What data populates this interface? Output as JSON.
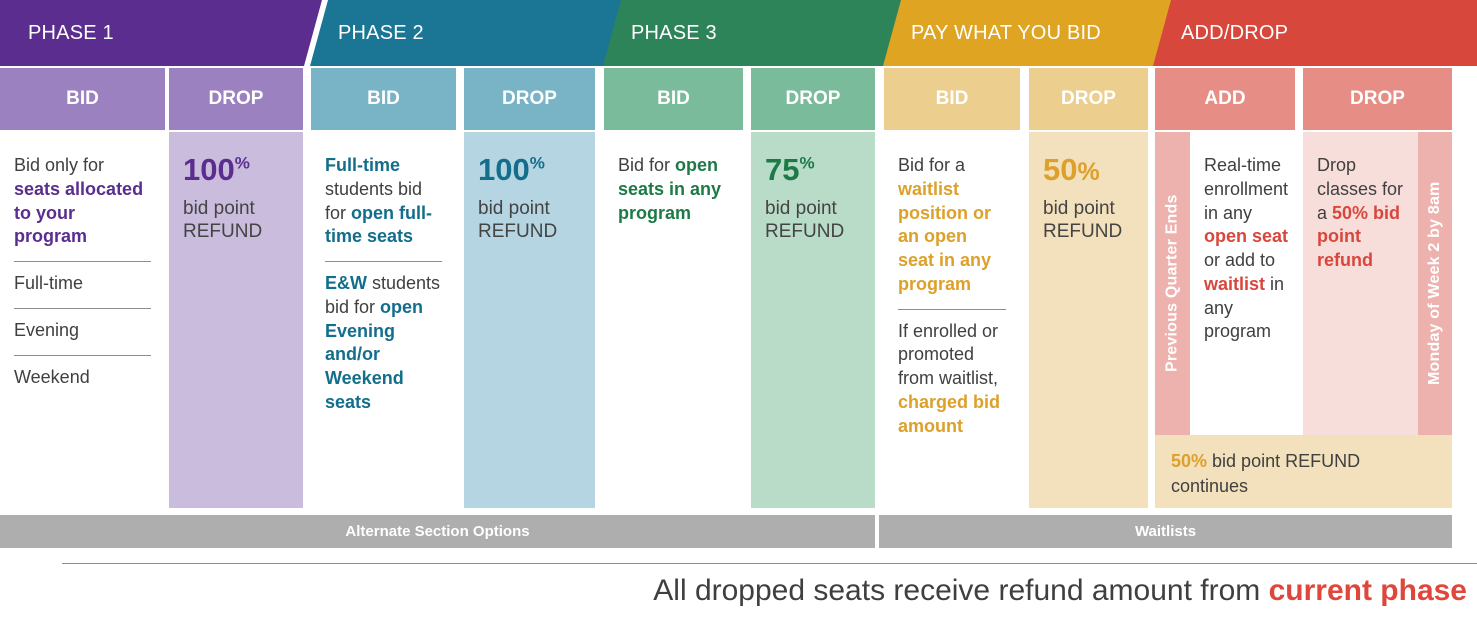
{
  "colors": {
    "phase1": "#5b2d8e",
    "phase1_sub": "#9b81bf",
    "phase1_body": "#c9bcdd",
    "phase1_text": "#5b2d8e",
    "phase2": "#1a7694",
    "phase2_sub": "#79b3c6",
    "phase2_body": "#b4d5e1",
    "phase2_text": "#136e8c",
    "phase3": "#2e8459",
    "phase3_sub": "#79bb9b",
    "phase3_body": "#b8dcc8",
    "phase3_text": "#1d7a46",
    "pwyb": "#dfa422",
    "pwyb_sub": "#ecce8e",
    "pwyb_body": "#f2e1bc",
    "pwyb_text": "#dda02a",
    "adddrop": "#d8473c",
    "adddrop_sub": "#e68d85",
    "adddrop_body": "#f8dedb",
    "adddrop_strip": "#eeb2ae",
    "adddrop_text": "#d8473c",
    "gray_bar": "#aeaeae"
  },
  "phases": [
    {
      "id": "phase-1",
      "title": "PHASE 1"
    },
    {
      "id": "phase-2",
      "title": "PHASE 2"
    },
    {
      "id": "phase-3",
      "title": "PHASE 3"
    },
    {
      "id": "pay-what-you-bid",
      "title": "PAY WHAT YOU BID"
    },
    {
      "id": "add-drop",
      "title": "ADD/DROP"
    }
  ],
  "sub_headers": {
    "p1_bid": "BID",
    "p1_drop": "DROP",
    "p2_bid": "BID",
    "p2_drop": "DROP",
    "p3_bid": "BID",
    "p3_drop": "DROP",
    "pw_bid": "BID",
    "pw_drop": "DROP",
    "ad_add": "ADD",
    "ad_drop": "DROP"
  },
  "phase1": {
    "bid": {
      "lead_plain": "Bid only for ",
      "lead_bold": "seats allocated to your program",
      "options": [
        "Full-time",
        "Evening",
        "Weekend"
      ]
    },
    "drop": {
      "percent": "100",
      "percent_symbol": "%",
      "line1": "bid point",
      "line2": "REFUND"
    }
  },
  "phase2": {
    "bid": {
      "b1_bold_a": "Full-time",
      "b1_plain_a": " students bid for ",
      "b1_bold_b": "open full-time seats",
      "b2_bold_a": "E&W",
      "b2_plain_a": " students bid for ",
      "b2_bold_b": "open Evening and/or Weekend seats"
    },
    "drop": {
      "percent": "100",
      "percent_symbol": "%",
      "line1": "bid point",
      "line2": "REFUND"
    }
  },
  "phase3": {
    "bid": {
      "plain": "Bid for ",
      "bold": "open seats in any program"
    },
    "drop": {
      "percent": "75",
      "percent_symbol": "%",
      "line1": "bid point",
      "line2": "REFUND"
    }
  },
  "pay_what_you_bid": {
    "bid": {
      "p1_plain": "Bid for a ",
      "p1_bold": "waitlist position or an open seat in any program",
      "p2_plain": "If enrolled or promoted from waitlist, ",
      "p2_bold": "charged bid amount"
    },
    "drop": {
      "percent": "50",
      "percent_symbol": "%",
      "line1": "bid point",
      "line2": "REFUND"
    }
  },
  "add_drop": {
    "left_strip": "Previous Quarter Ends",
    "right_strip": "Monday of Week 2 by 8am",
    "add": {
      "plain_a": "Real-time enrollment in any ",
      "bold_a": "open seat",
      "plain_b": " or add to ",
      "bold_b": "waitlist",
      "plain_c": " in any program"
    },
    "drop": {
      "plain_a": "Drop classes for a ",
      "bold_a": "50% bid point refund"
    },
    "continuation": {
      "percent": "50%",
      "rest": " bid point REFUND continues"
    }
  },
  "category_bars": {
    "alternate": "Alternate Section Options",
    "waitlists": "Waitlists"
  },
  "footer": {
    "plain": "All dropped seats receive refund amount from ",
    "highlight": "current phase"
  }
}
